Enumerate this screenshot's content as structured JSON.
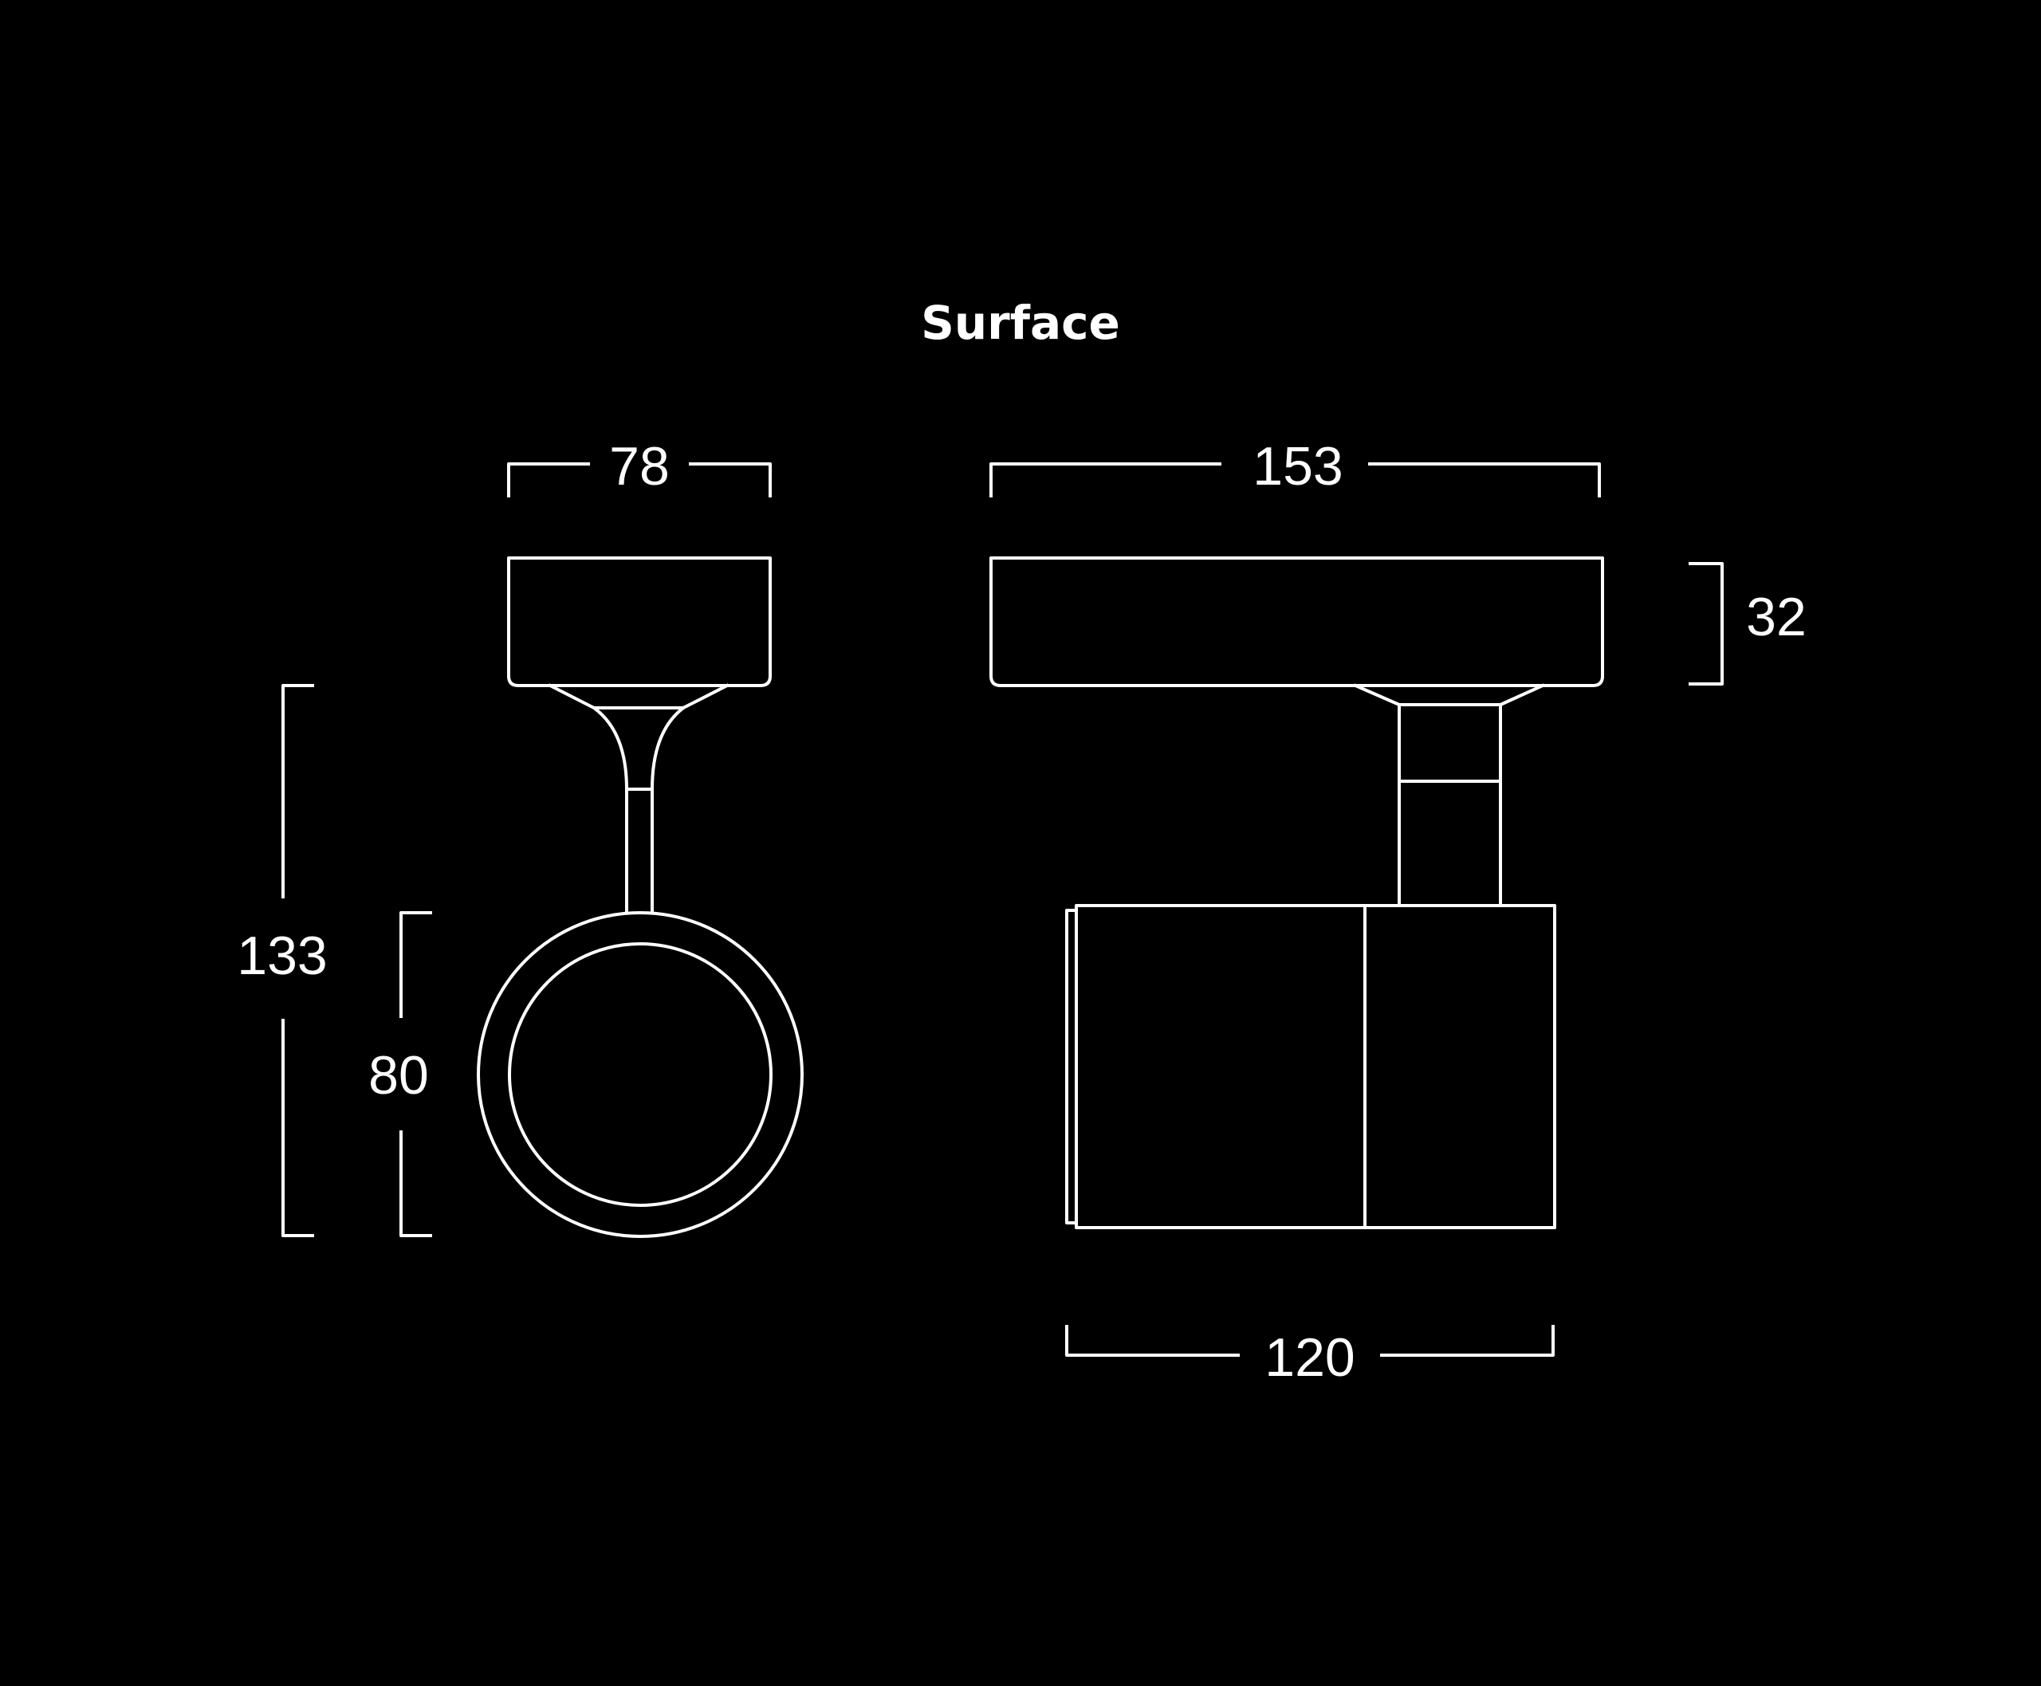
{
  "title": "Surface",
  "dimensions": {
    "front_width": "78",
    "total_height": "133",
    "head_diameter": "80",
    "side_length": "153",
    "base_height": "32",
    "body_length": "120"
  },
  "colors": {
    "background": "#000000",
    "line": "#ffffff"
  }
}
